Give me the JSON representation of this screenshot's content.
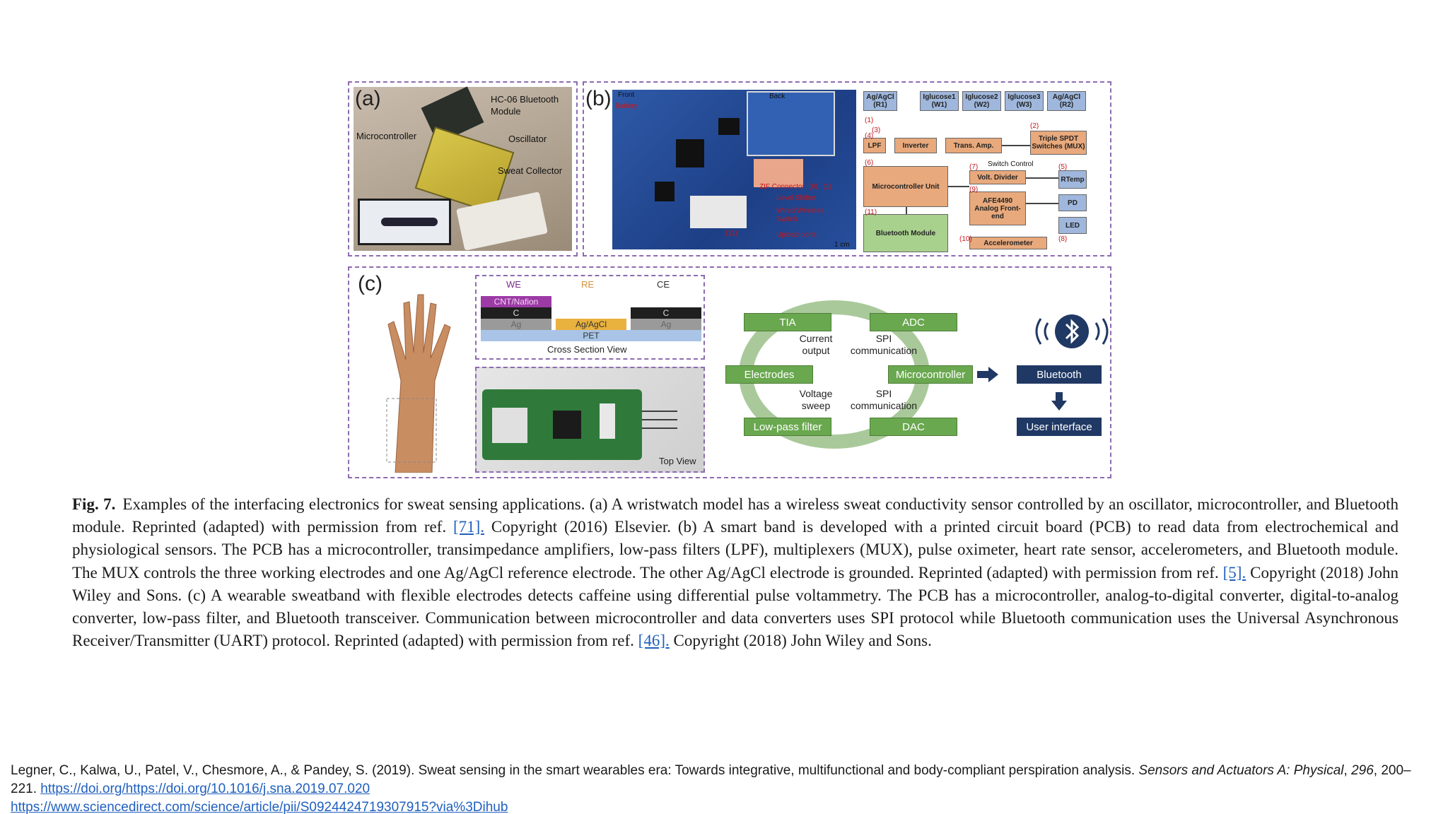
{
  "figure": {
    "panel_a": {
      "label": "(a)",
      "annotations": [
        "HC-06 Bluetooth",
        "Module",
        "Microcontroller",
        "Oscillator",
        "Sweat Collector"
      ]
    },
    "panel_b": {
      "label": "(b)",
      "photo_labels": {
        "front": "Front",
        "back": "Back",
        "battery": "Battery",
        "zif": "ZIF Connector",
        "level": "Level Shifter",
        "wired": "Wired/Wireless",
        "switch": "Switch",
        "upload": "Upload ports",
        "scale": "1 cm",
        "n8": "(8)",
        "n1": "(1)",
        "n11": "(11)"
      },
      "block": {
        "r1": "Ag/AgCl (R1)",
        "w1": "Iglucose1 (W1)",
        "w2": "Iglucose2 (W2)",
        "w3": "Iglucose3 (W3)",
        "r2": "Ag/AgCl (R2)",
        "mux": "Triple SPDT Switches (MUX)",
        "lpf": "LPF",
        "inverter": "Inverter",
        "trans": "Trans. Amp.",
        "switch_control": "Switch Control",
        "mcu": "Microcontroller Unit",
        "volt": "Volt. Divider",
        "rtemp": "RTemp",
        "afe": "AFE4490 Analog Front-end",
        "pd": "PD",
        "led": "LED",
        "bt": "Bluetooth Module",
        "accel": "Accelerometer",
        "n1": "(1)",
        "n2": "(2)",
        "n3": "(3)",
        "n4": "(4)",
        "n5": "(5)",
        "n6": "(6)",
        "n7": "(7)",
        "n8": "(8)",
        "n9": "(9)",
        "n10": "(10)",
        "n11": "(11)"
      }
    },
    "panel_c": {
      "label": "(c)",
      "layers": {
        "we": "WE",
        "re": "RE",
        "ce": "CE",
        "cnt": "CNT/Nafion",
        "c1": "C",
        "ag1": "Ag",
        "agagcl": "Ag/AgCl",
        "c2": "C",
        "ag2": "Ag",
        "pet": "PET",
        "cross": "Cross Section View"
      },
      "top_view": "Top View",
      "flow": {
        "tia": "TIA",
        "adc": "ADC",
        "electrodes": "Electrodes",
        "microcontroller": "Microcontroller",
        "lowpass": "Low-pass filter",
        "dac": "DAC",
        "current_output": "Current output",
        "spi_top": "SPI communication",
        "voltage_sweep": "Voltage sweep",
        "spi_bottom": "SPI communication",
        "bluetooth": "Bluetooth",
        "user_interface": "User interface"
      }
    }
  },
  "caption": {
    "label": "Fig. 7.",
    "text_1": "Examples of the interfacing electronics for sweat sensing applications. (a) A wristwatch model has a wireless sweat conductivity sensor controlled by an oscillator, microcontroller, and Bluetooth module. Reprinted (adapted) with permission from ref. ",
    "link_1": "[71].",
    "text_2": " Copyright (2016) Elsevier. (b) A smart band is developed with a printed circuit board (PCB) to read data from electrochemical and physiological sensors. The PCB has a microcontroller, transimpedance amplifiers, low-pass filters (LPF), multiplexers (MUX), pulse oximeter, heart rate sensor, accelerometers, and Bluetooth module. The MUX controls the three working electrodes and one Ag/AgCl reference electrode. The other Ag/AgCl electrode is grounded. Reprinted (adapted) with permission from ref. ",
    "link_2": "[5].",
    "text_3": " Copyright (2018) John Wiley and Sons. (c) A wearable sweatband with flexible electrodes detects caffeine using differential pulse voltammetry. The PCB has a microcontroller, analog-to-digital converter, digital-to-analog converter, low-pass filter, and Bluetooth transceiver. Communication between microcontroller and data converters uses SPI protocol while Bluetooth communication uses the Universal Asynchronous Receiver/Transmitter (UART) protocol. Reprinted (adapted) with permission from ref. ",
    "link_3": "[46].",
    "text_4": " Copyright (2018) John Wiley and Sons."
  },
  "reference": {
    "text_1": "Legner, C., Kalwa, U., Patel, V., Chesmore, A., & Pandey, S. (2019). Sweat sensing in the smart wearables era: Towards integrative, multifunctional and body-compliant perspiration analysis. ",
    "journal": "Sensors and Actuators A: Physical",
    "sep_1": ", ",
    "volume": "296",
    "pages": ", 200–221. ",
    "doi": "https://doi.org/https://doi.org/10.1016/j.sna.2019.07.020",
    "url": "https://www.sciencedirect.com/science/article/pii/S0924424719307915?via%3Dihub"
  }
}
